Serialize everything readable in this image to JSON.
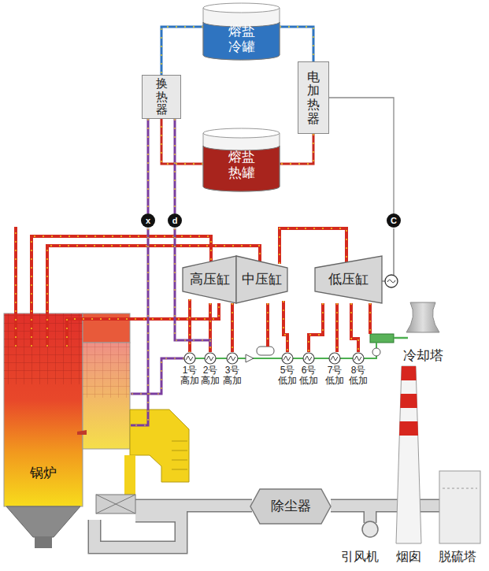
{
  "diagram": {
    "nodes": [
      {
        "text": [
          "熔盐 冷罐"
        ]
      },
      {
        "text": [
          "换热器"
        ]
      },
      {
        "text": [
          "电加热器"
        ]
      },
      {
        "text": [
          "熔盐 热罐"
        ]
      },
      {
        "text": [
          "x"
        ]
      },
      {
        "text": [
          "d"
        ]
      },
      {
        "text": [
          "C"
        ]
      },
      {
        "text": [
          "高压缸"
        ]
      },
      {
        "text": [
          "中压缸"
        ]
      },
      {
        "text": [
          "低压缸"
        ]
      },
      {
        "text": [
          "锅炉"
        ]
      },
      {
        "text": [
          "1号 高加"
        ]
      },
      {
        "text": [
          "2号 高加"
        ]
      },
      {
        "text": [
          "3号 高加"
        ]
      },
      {
        "text": [
          "5号 低加"
        ]
      },
      {
        "text": [
          "6号 低加"
        ]
      },
      {
        "text": [
          "7号 低加"
        ]
      },
      {
        "text": [
          "8号 低加"
        ]
      },
      {
        "text": [
          "除尘器"
        ]
      }
    ],
    "edges": [
      {
        "from": 0,
        "to": 1,
        "arrow": "none"
      },
      {
        "from": 0,
        "to": 2,
        "arrow": "none"
      },
      {
        "from": 2,
        "to": 3,
        "arrow": "none"
      },
      {
        "from": 3,
        "to": 1,
        "arrow": "none"
      },
      {
        "from": 1,
        "to": 4,
        "arrow": "none"
      },
      {
        "from": 1,
        "to": 5,
        "arrow": "none"
      },
      {
        "from": 2,
        "to": 6,
        "arrow": "none"
      }
    ],
    "labels": [
      "冷却塔",
      "引风机",
      "烟囱",
      "脱硫塔"
    ]
  }
}
